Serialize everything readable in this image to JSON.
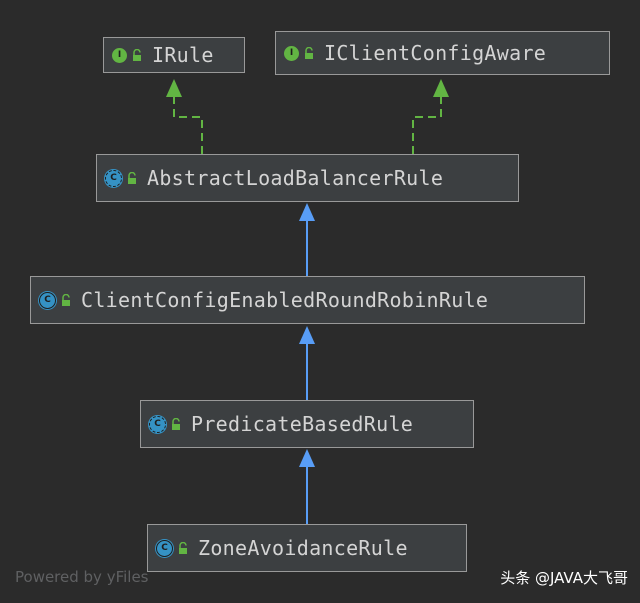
{
  "diagram": {
    "nodes": [
      {
        "id": "IRule",
        "label": "IRule",
        "kind": "interface",
        "kind_letter": "I"
      },
      {
        "id": "IClientConfigAware",
        "label": "IClientConfigAware",
        "kind": "interface",
        "kind_letter": "I"
      },
      {
        "id": "AbstractLoadBalancerRule",
        "label": "AbstractLoadBalancerRule",
        "kind": "abstract-class",
        "kind_letter": "C"
      },
      {
        "id": "ClientConfigEnabledRoundRobinRule",
        "label": "ClientConfigEnabledRoundRobinRule",
        "kind": "class",
        "kind_letter": "C"
      },
      {
        "id": "PredicateBasedRule",
        "label": "PredicateBasedRule",
        "kind": "abstract-class",
        "kind_letter": "C"
      },
      {
        "id": "ZoneAvoidanceRule",
        "label": "ZoneAvoidanceRule",
        "kind": "class",
        "kind_letter": "C"
      }
    ],
    "edges": [
      {
        "from": "AbstractLoadBalancerRule",
        "to": "IRule",
        "type": "implements"
      },
      {
        "from": "AbstractLoadBalancerRule",
        "to": "IClientConfigAware",
        "type": "implements"
      },
      {
        "from": "ClientConfigEnabledRoundRobinRule",
        "to": "AbstractLoadBalancerRule",
        "type": "extends"
      },
      {
        "from": "PredicateBasedRule",
        "to": "ClientConfigEnabledRoundRobinRule",
        "type": "extends"
      },
      {
        "from": "ZoneAvoidanceRule",
        "to": "PredicateBasedRule",
        "type": "extends"
      }
    ],
    "colors": {
      "background": "#2b2b2b",
      "node_fill": "#3c3f41",
      "node_border": "#999999",
      "implements_edge": "#62b543",
      "extends_edge": "#589df6"
    }
  },
  "footer": {
    "powered_by": "Powered by yFiles",
    "watermark": "头条 @JAVA大飞哥"
  }
}
